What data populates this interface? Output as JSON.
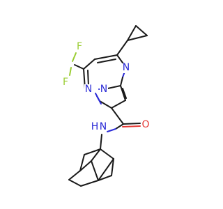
{
  "molecule": {
    "atom_labels": {
      "f_top": "F",
      "f_left": "F",
      "n_ring_top": "N",
      "n_bridge": "N",
      "n_pyrazole": "N",
      "o_carbonyl": "O",
      "n_amide": "N",
      "h_amide": "H"
    },
    "colors": {
      "bond": "#1a1a1a",
      "nitrogen": "#2b2bd6",
      "oxygen": "#e53935",
      "fluorine": "#9acd32",
      "background": "#ffffff"
    }
  }
}
